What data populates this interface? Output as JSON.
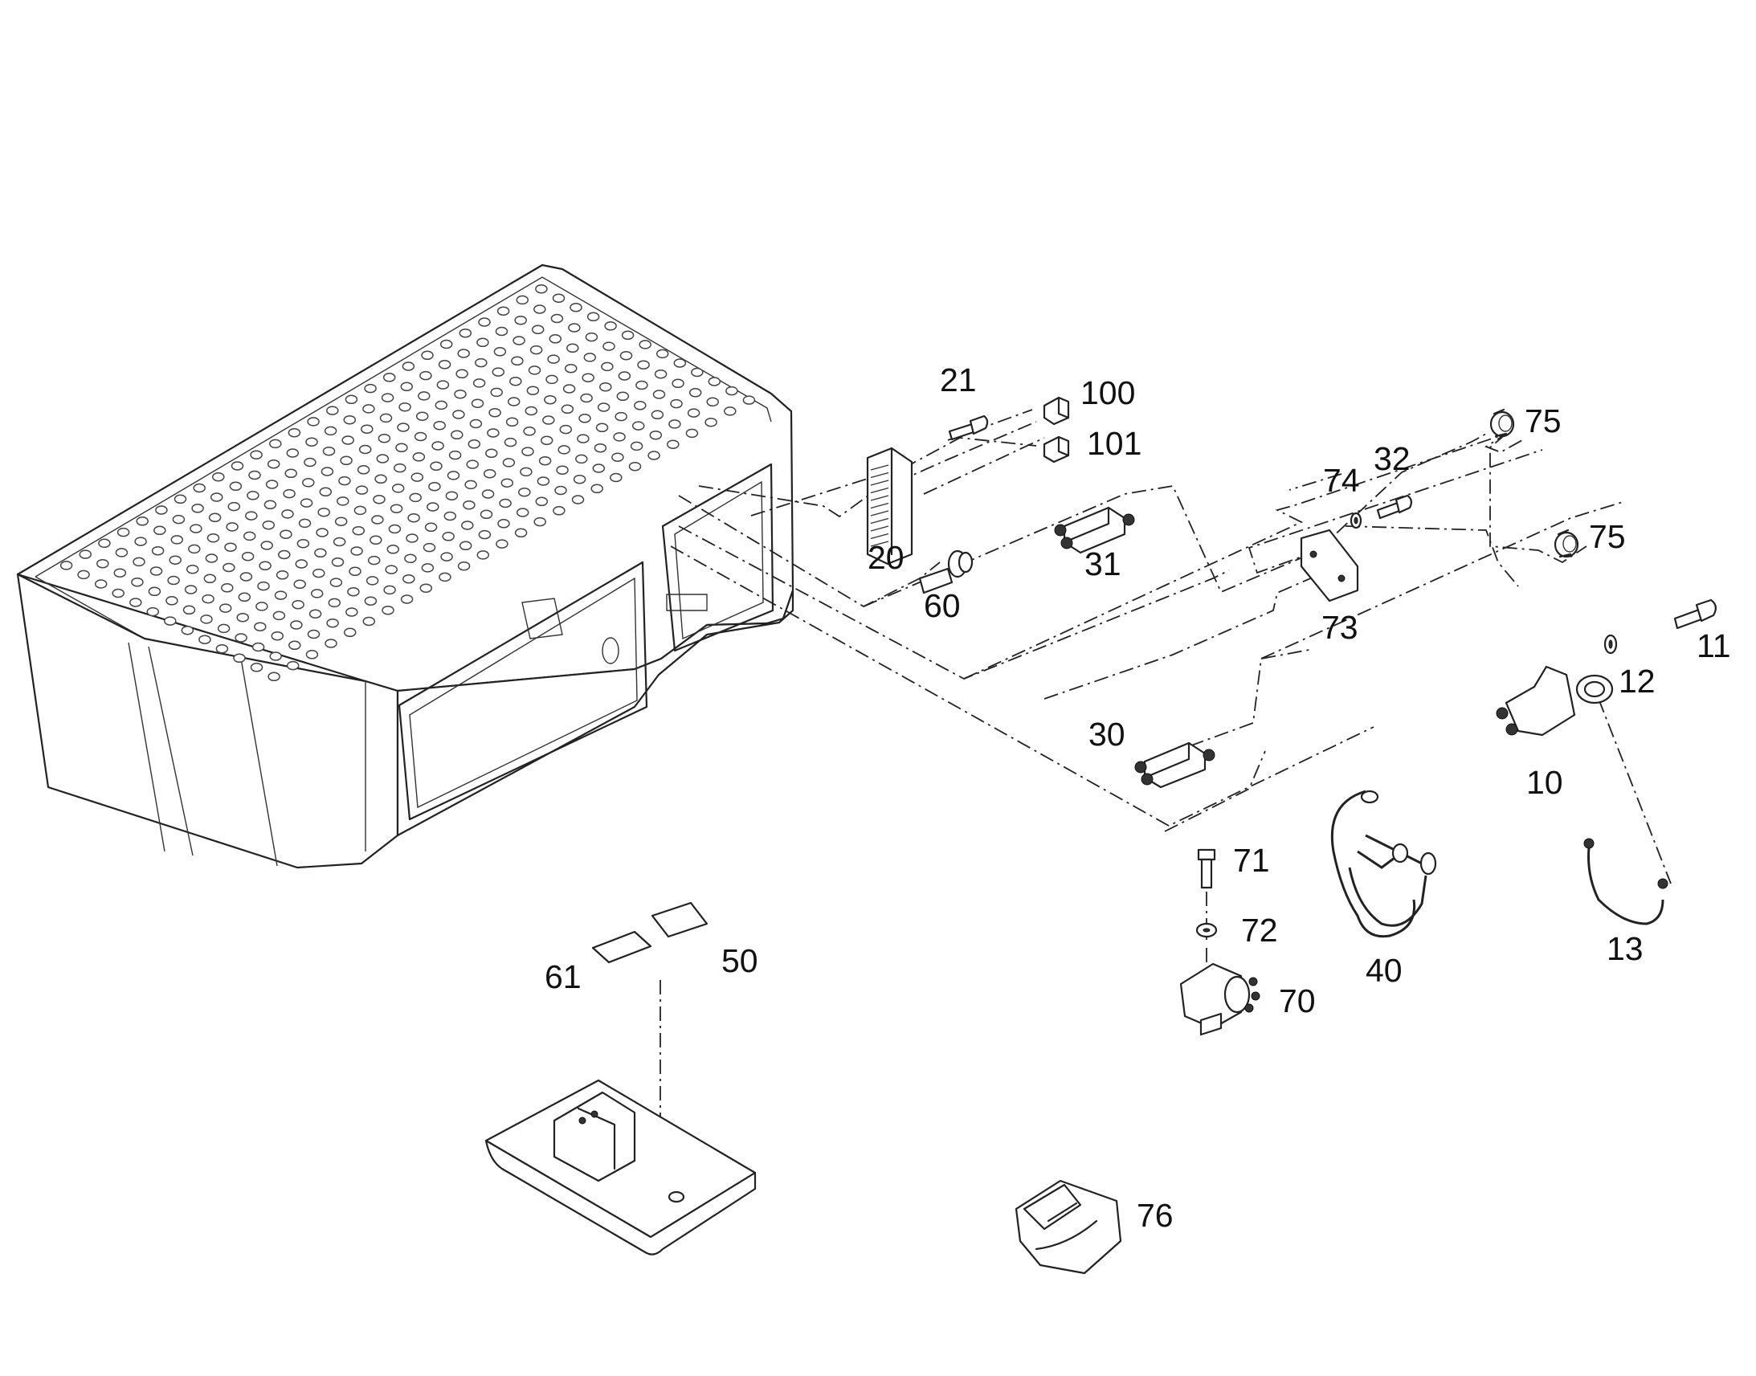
{
  "diagram": {
    "parts": [
      {
        "id": "battery-box",
        "label": ""
      },
      {
        "id": "21",
        "label": "21"
      },
      {
        "id": "100",
        "label": "100"
      },
      {
        "id": "101",
        "label": "101"
      },
      {
        "id": "20",
        "label": "20"
      },
      {
        "id": "60",
        "label": "60"
      },
      {
        "id": "31",
        "label": "31"
      },
      {
        "id": "74",
        "label": "74"
      },
      {
        "id": "32",
        "label": "32"
      },
      {
        "id": "75a",
        "label": "75"
      },
      {
        "id": "75b",
        "label": "75"
      },
      {
        "id": "73",
        "label": "73"
      },
      {
        "id": "11",
        "label": "11"
      },
      {
        "id": "12",
        "label": "12"
      },
      {
        "id": "10",
        "label": "10"
      },
      {
        "id": "30",
        "label": "30"
      },
      {
        "id": "40",
        "label": "40"
      },
      {
        "id": "13",
        "label": "13"
      },
      {
        "id": "71",
        "label": "71"
      },
      {
        "id": "72",
        "label": "72"
      },
      {
        "id": "70",
        "label": "70"
      },
      {
        "id": "61",
        "label": "61"
      },
      {
        "id": "50",
        "label": "50"
      },
      {
        "id": "76",
        "label": "76"
      },
      {
        "id": "bracket",
        "label": ""
      }
    ]
  }
}
